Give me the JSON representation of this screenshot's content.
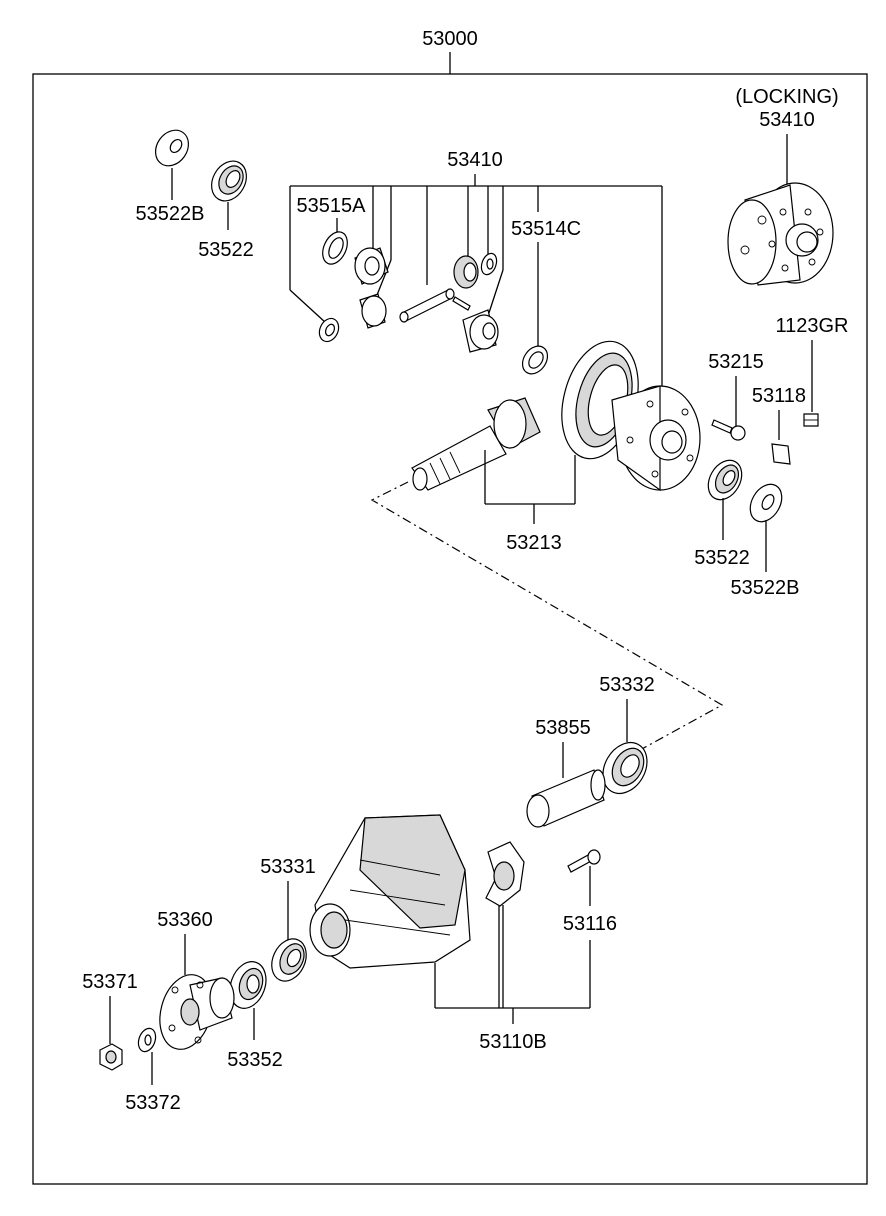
{
  "assembly_number": "53000",
  "locking_note": "(LOCKING)",
  "labels": {
    "p53410_locking": "53410",
    "p53410": "53410",
    "p53522B_top": "53522B",
    "p53522_top": "53522",
    "p53515A": "53515A",
    "p53514C": "53514C",
    "p1123GR": "1123GR",
    "p53215": "53215",
    "p53118": "53118",
    "p53213": "53213",
    "p53522_right": "53522",
    "p53522B_right": "53522B",
    "p53332": "53332",
    "p53855": "53855",
    "p53331": "53331",
    "p53360": "53360",
    "p53371": "53371",
    "p53352": "53352",
    "p53372": "53372",
    "p53116": "53116",
    "p53110B": "53110B"
  }
}
